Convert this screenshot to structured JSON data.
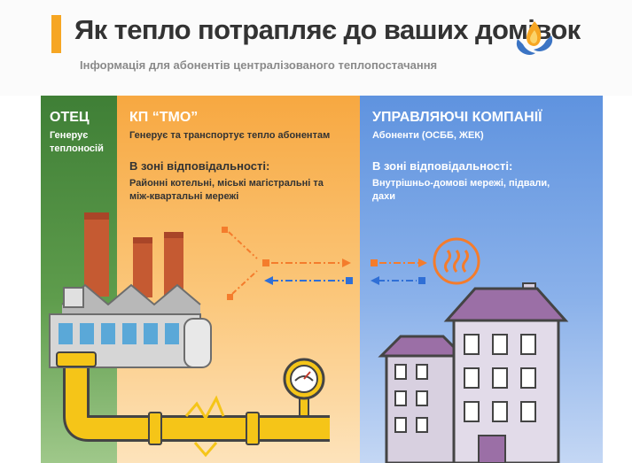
{
  "header": {
    "title": "Як тепло потрапляє до ваших домівок",
    "subtitle": "Інформація для абонентів централізованого теплопостачання",
    "accent_color": "#f6a623",
    "logo_icon": "flame-hands-logo-icon"
  },
  "columns": {
    "otec": {
      "title": "ОТЕЦ",
      "desc": "Генерує теплоносій",
      "color": "#4a8a3e"
    },
    "ktmo": {
      "title": "КП “ТМО”",
      "desc": "Генерує та транспортує тепло абонентам",
      "resp_title": "В зоні відповідальності:",
      "resp_text": "Районні котельні, міські магістральні та між-квартальні мережі",
      "color": "#f7a841"
    },
    "uk": {
      "title": "УПРАВЛЯЮЧІ КОМПАНІЇ",
      "desc": "Абоненти (ОСББ, ЖЕК)",
      "resp_title": "В зоні відповідальності:",
      "resp_text": "Внутрішньо-домові мережі, підвали, дахи",
      "color": "#5f93df"
    }
  },
  "illustrations": [
    "factory-icon",
    "pipe-icon",
    "pressure-gauge-icon",
    "heat-radiator-icon",
    "apartment-buildings-icon",
    "flow-arrows-icon"
  ]
}
